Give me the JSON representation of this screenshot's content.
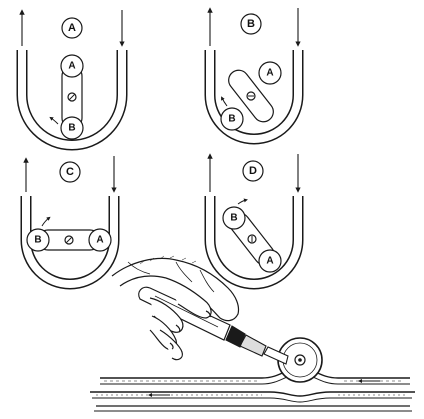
{
  "panels": [
    {
      "id": "A",
      "roller_top": "A",
      "roller_bottom": "B"
    },
    {
      "id": "B",
      "roller_top": "A",
      "roller_bottom": "B"
    },
    {
      "id": "C",
      "roller_left": "B",
      "roller_right": "A"
    },
    {
      "id": "D",
      "roller_top": "B",
      "roller_bottom": "A"
    }
  ],
  "colors": {
    "ink": "#1a1a1a",
    "paper": "#ffffff"
  },
  "icons": [
    "up-arrow-icon",
    "down-arrow-icon",
    "rotation-arrow-icon",
    "roller-wheel-icon",
    "hand-icon"
  ]
}
